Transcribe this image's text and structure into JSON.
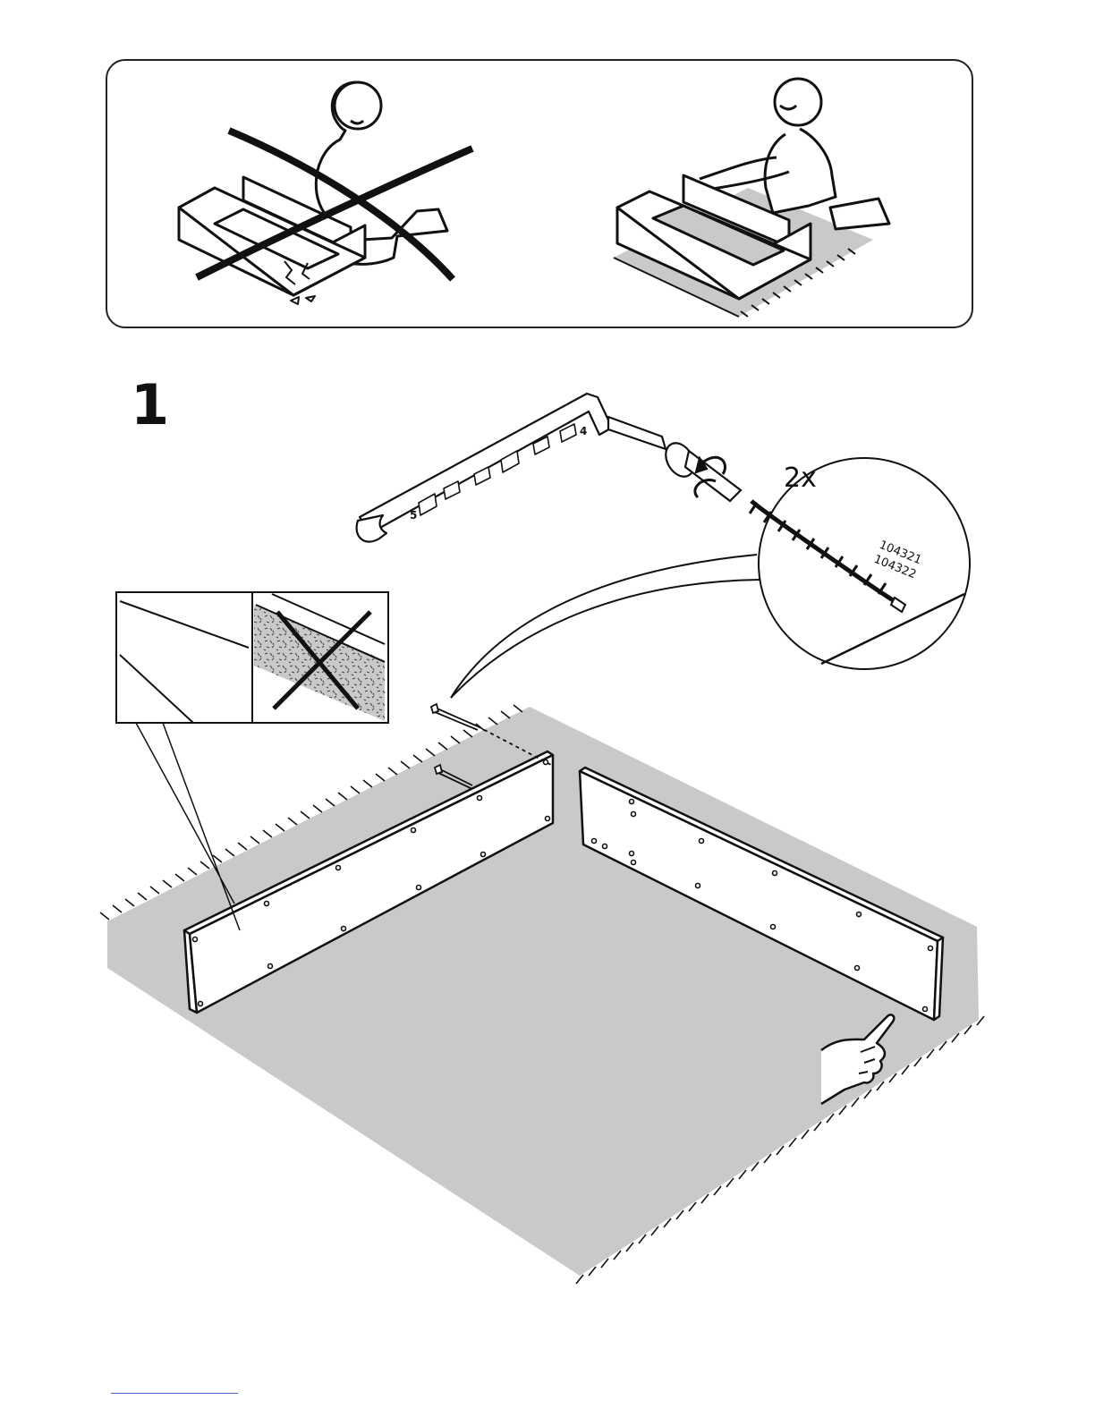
{
  "step": {
    "number": "1"
  },
  "tool_callout": {
    "quantity": "2x",
    "part_numbers": [
      "104321",
      "104322"
    ]
  },
  "allen_key": {
    "markings": [
      "5",
      "4"
    ]
  },
  "colors": {
    "floor": "#c8cac9",
    "line": "#111111",
    "panel_fill": "#ffffff"
  },
  "icons": {
    "wrong": "do-not-assemble-on-hard-floor-icon",
    "right": "assemble-on-soft-surface-icon",
    "caution_finger": "pointing-hand-icon",
    "crossed_out_edge": "x-mark-icon"
  }
}
